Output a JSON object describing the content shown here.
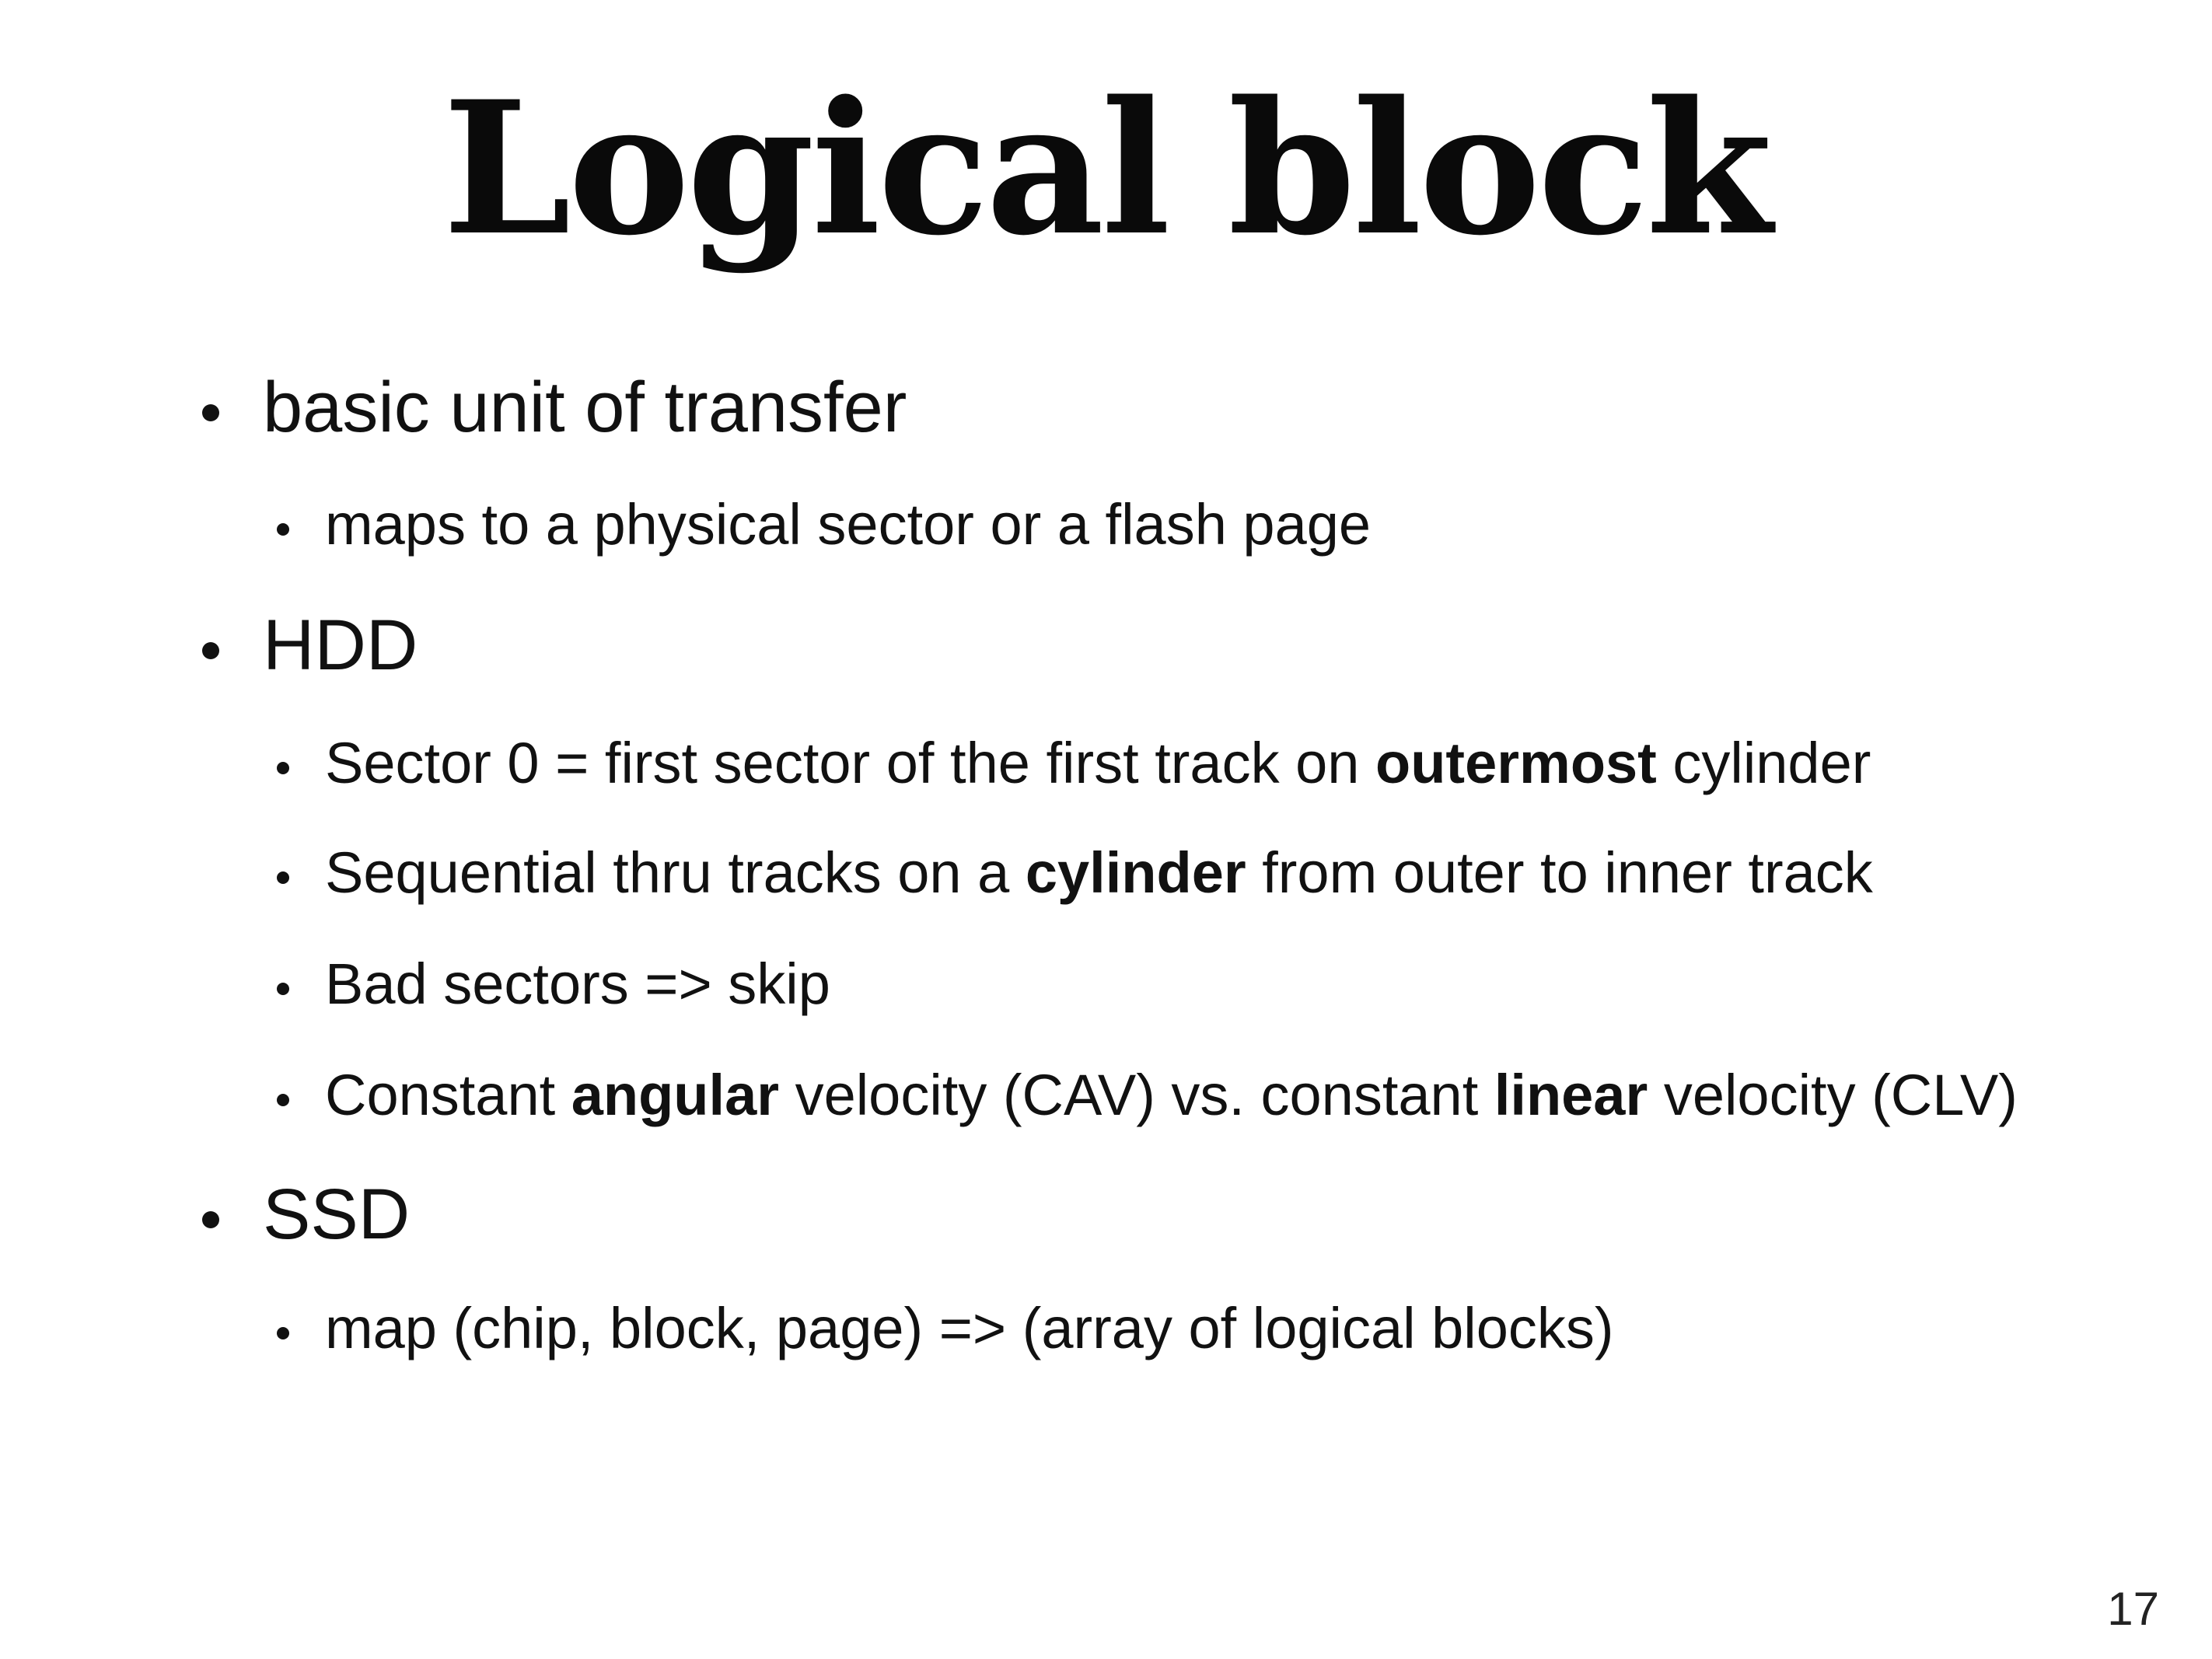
{
  "slide": {
    "title": "Logical block",
    "page_number": "17"
  },
  "bullets": [
    {
      "level": 1,
      "text": "basic unit of transfer",
      "children": [
        {
          "segments": [
            "maps to a physical sector or a flash page"
          ]
        }
      ]
    },
    {
      "level": 1,
      "text": "HDD",
      "children": [
        {
          "segments": [
            "Sector 0 = first sector of the first track on ",
            "outermost",
            " cylinder"
          ]
        },
        {
          "segments": [
            "Sequential thru tracks on a ",
            "cylinder",
            " from outer to inner track"
          ]
        },
        {
          "segments": [
            "Bad sectors => skip"
          ]
        },
        {
          "segments": [
            "Constant ",
            "angular",
            " velocity (CAV) vs. constant ",
            "linear",
            " velocity (CLV)"
          ]
        }
      ]
    },
    {
      "level": 1,
      "text": "SSD",
      "children": [
        {
          "segments": [
            "map (chip, block, page) => (array of logical blocks)"
          ]
        }
      ]
    }
  ]
}
